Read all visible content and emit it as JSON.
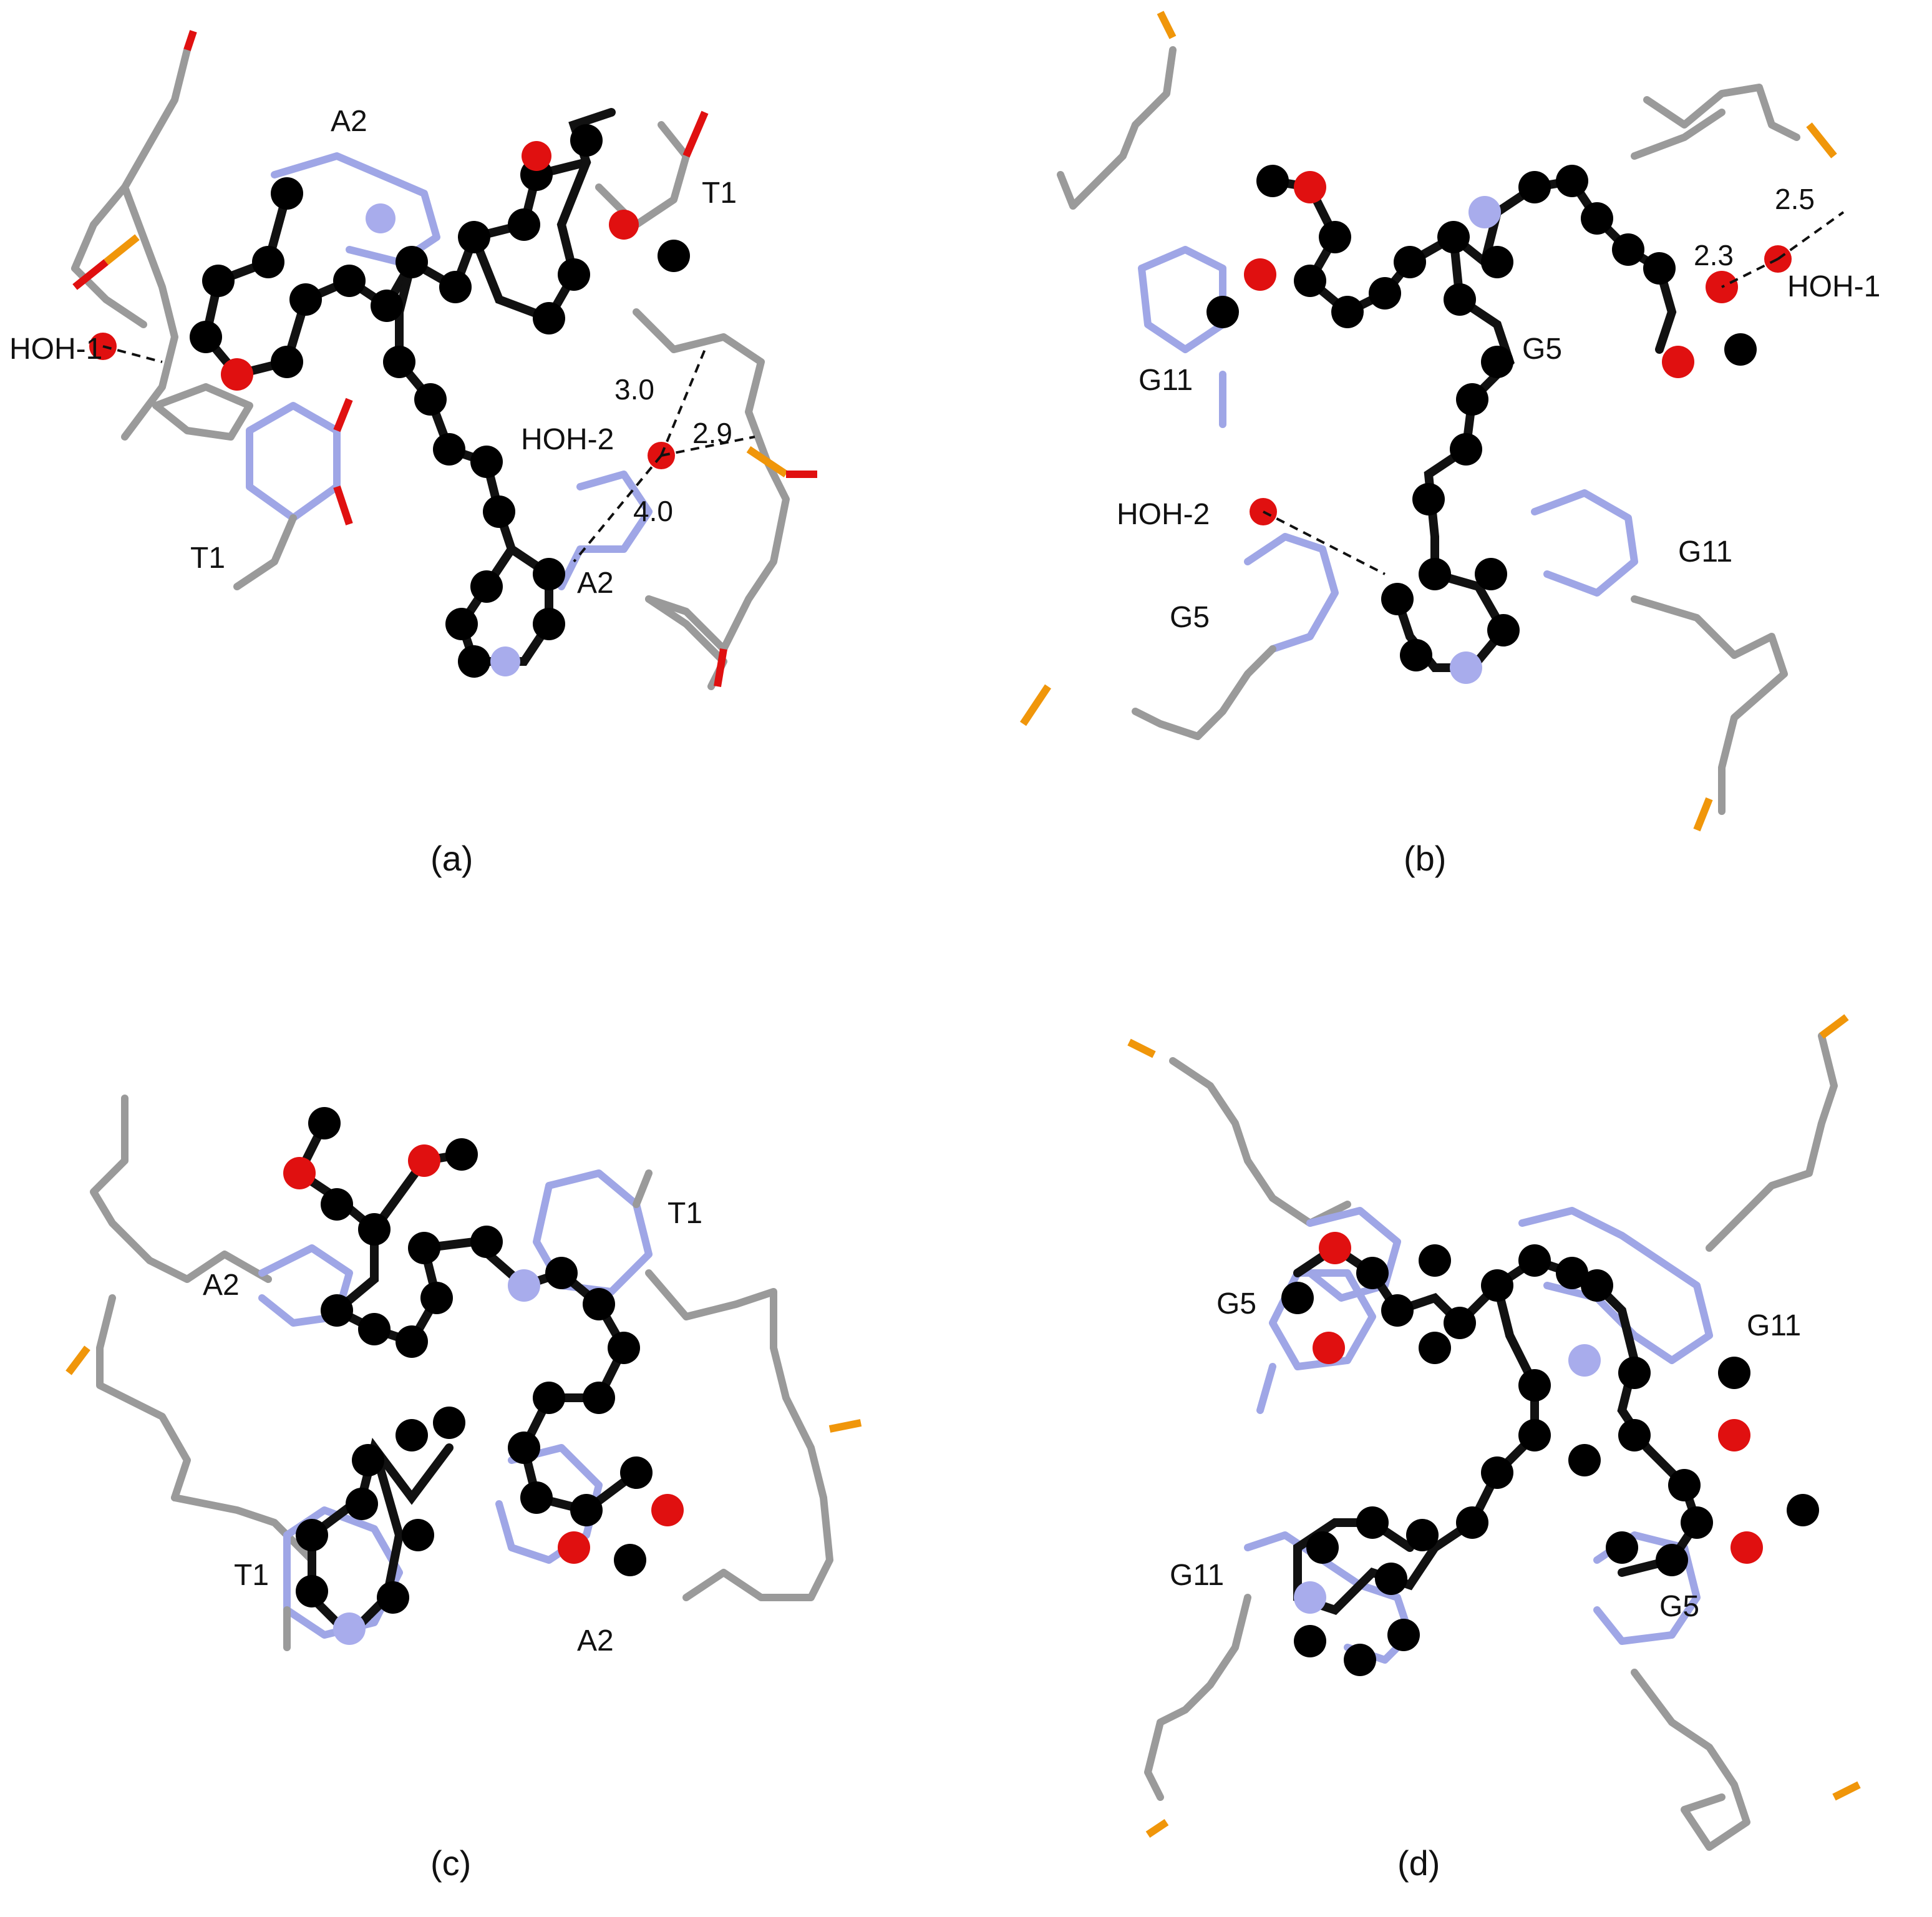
{
  "colors": {
    "carbon_stick": "#9a9a9a",
    "nitrogen_stick": "#9fa6e6",
    "oxygen": "#e01010",
    "phosphorus": "#f0960a",
    "ligand_carbon": "#000000",
    "ligand_nitrogen": "#a8acec"
  },
  "panels": [
    {
      "caption": "(a)",
      "residue_labels": [
        "A2",
        "T1",
        "T1",
        "A2"
      ],
      "water_labels": [
        "HOH-1",
        "HOH-2"
      ],
      "distances": [
        "3.0",
        "2.9",
        "4.0"
      ]
    },
    {
      "caption": "(b)",
      "residue_labels": [
        "G11",
        "G5",
        "G11",
        "G5"
      ],
      "water_labels": [
        "HOH-1",
        "HOH-2"
      ],
      "distances": [
        "2.5",
        "2.3"
      ]
    },
    {
      "caption": "(c)",
      "residue_labels": [
        "A2",
        "T1",
        "T1",
        "A2"
      ],
      "water_labels": [],
      "distances": []
    },
    {
      "caption": "(d)",
      "residue_labels": [
        "G5",
        "G11",
        "G11",
        "G5"
      ],
      "water_labels": [],
      "distances": []
    }
  ]
}
